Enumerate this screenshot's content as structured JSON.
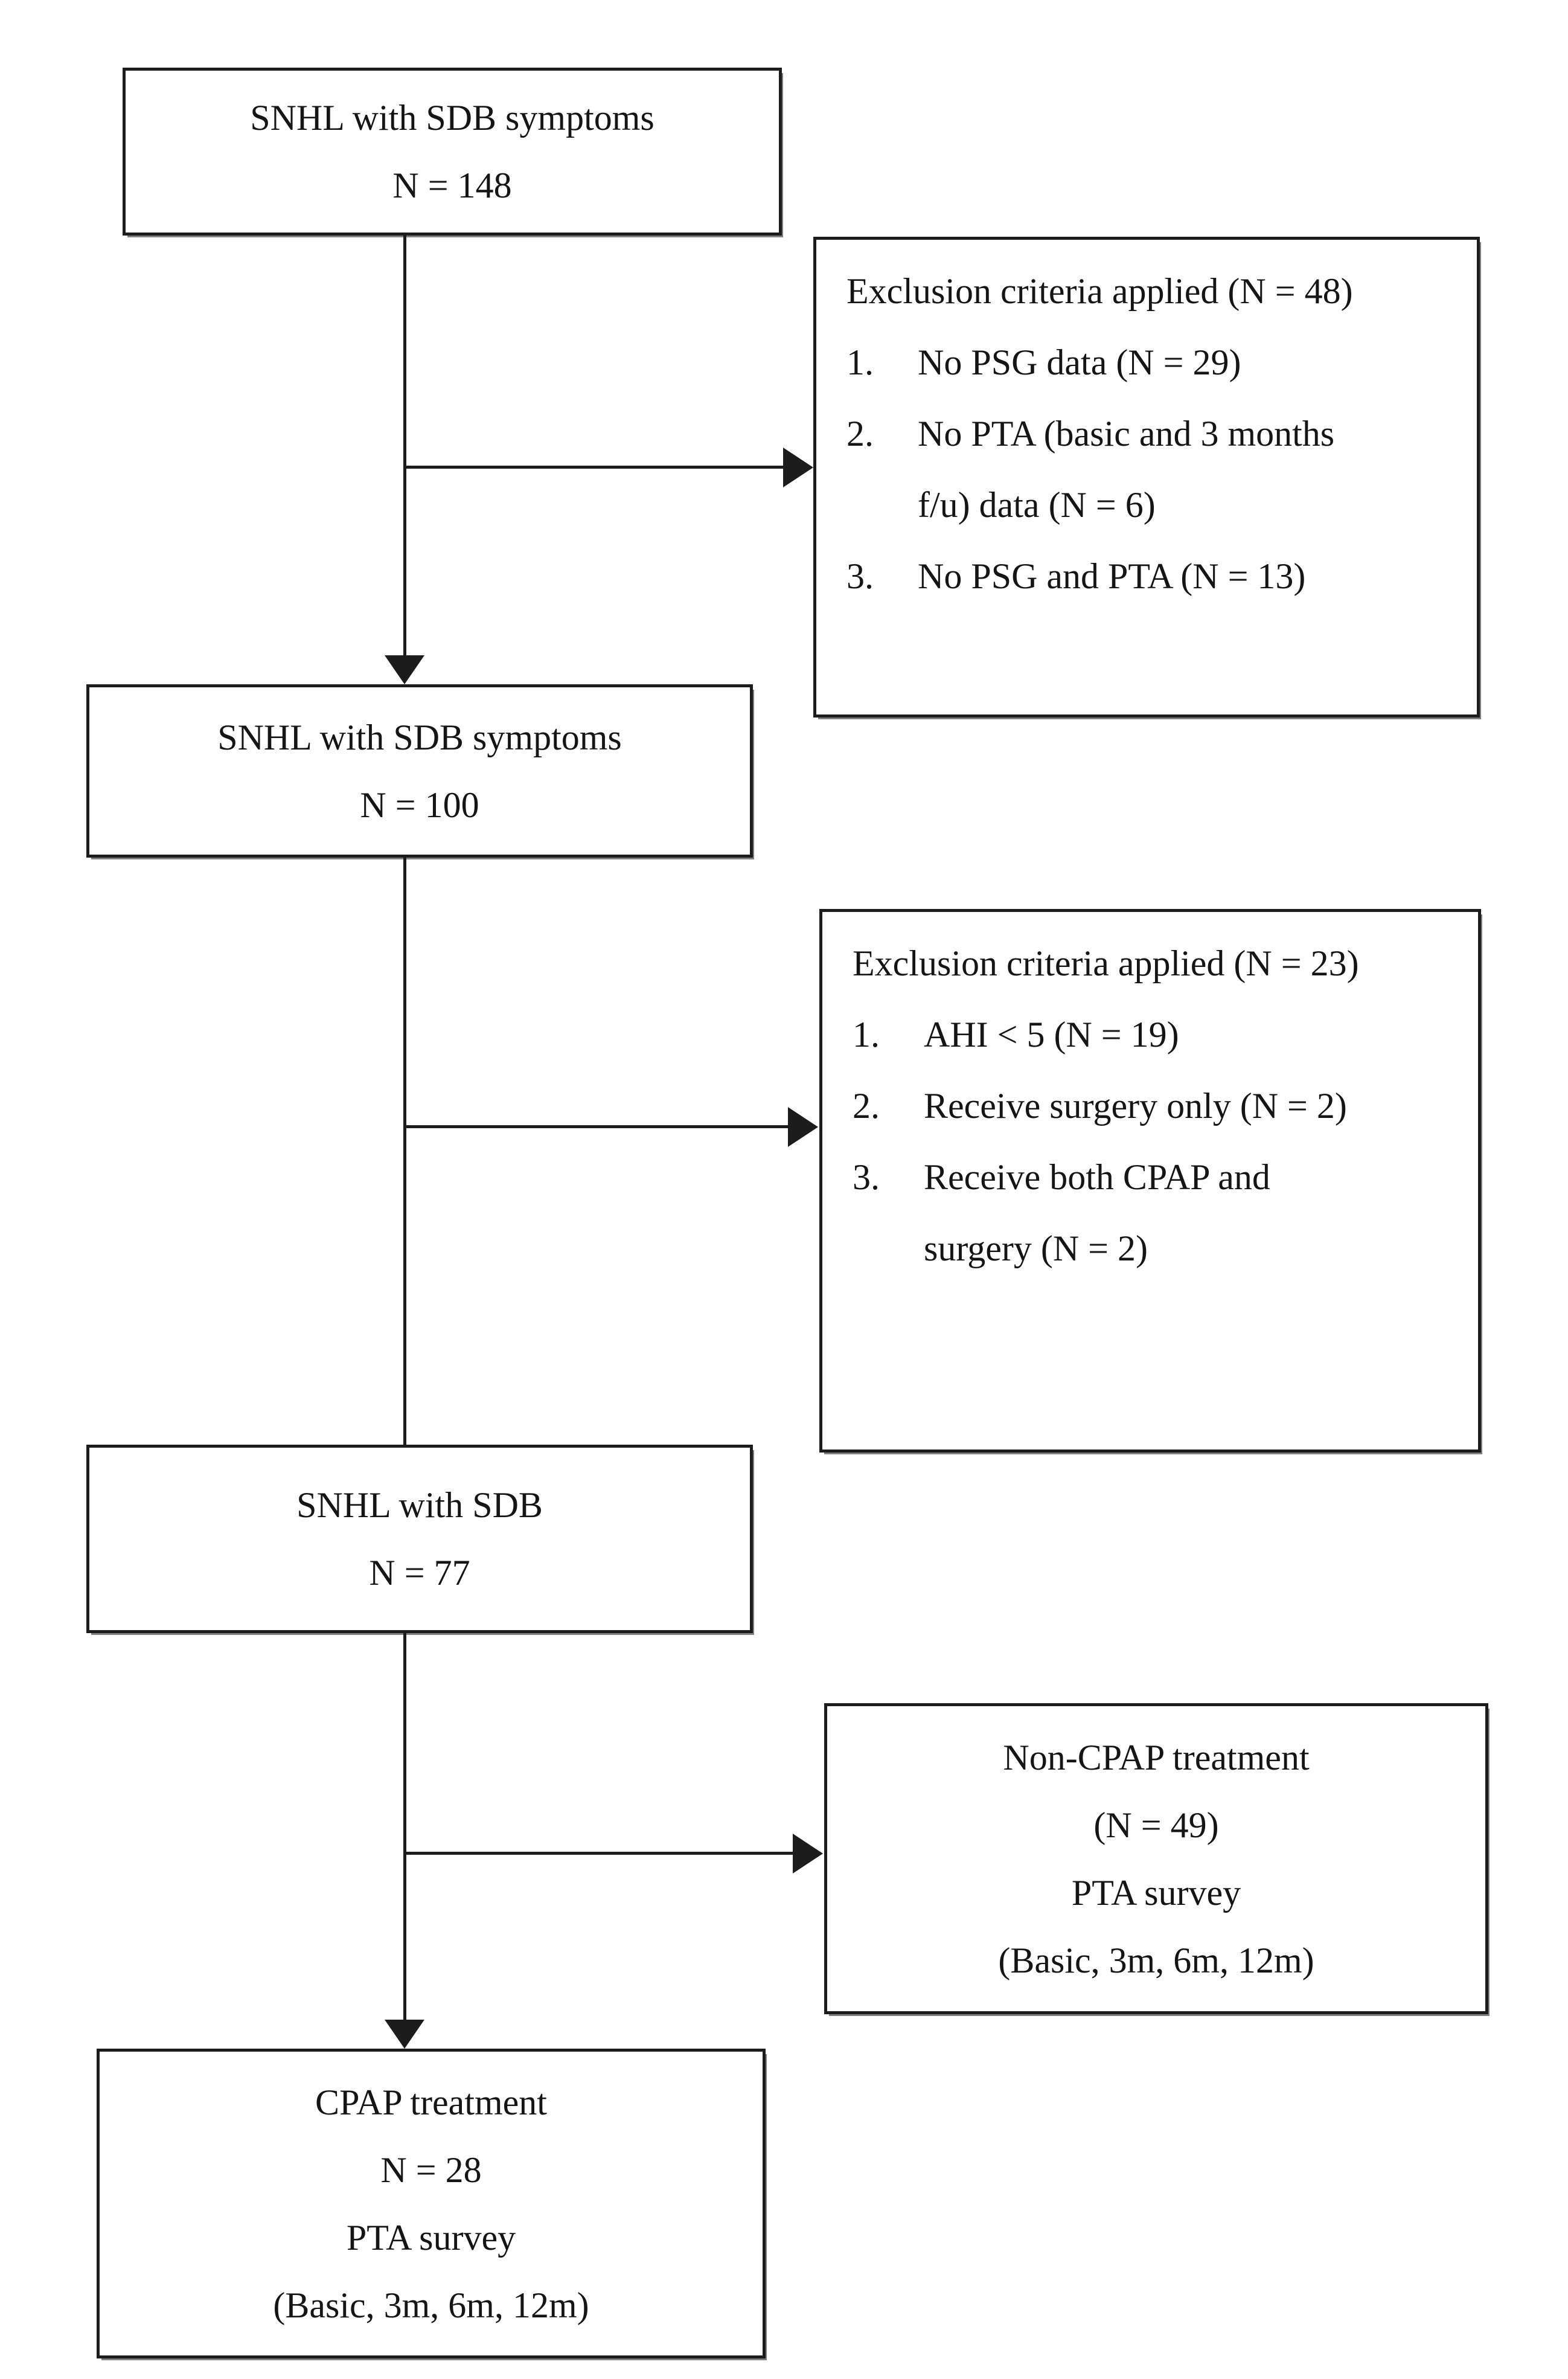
{
  "figure": {
    "type": "patient-flow-diagram",
    "colors": {
      "background": "#ffffff",
      "line": "#1c1c1c",
      "text": "#151515",
      "box_fill": "#ffffff"
    },
    "boxes": {
      "top": {
        "lines": [
          "SNHL with SDB symptoms",
          "N = 148"
        ]
      },
      "exclusion1": {
        "title": "Exclusion criteria applied (N = 48)",
        "items": [
          {
            "num": "1.",
            "text": "No PSG data (N = 29)"
          },
          {
            "num": "2.",
            "text": "No PTA (basic and 3 months\nf/u) data (N = 6)"
          },
          {
            "num": "3.",
            "text": "No PSG and PTA (N = 13)"
          }
        ]
      },
      "middle": {
        "lines": [
          "SNHL with SDB symptoms",
          "N = 100"
        ]
      },
      "exclusion2": {
        "title": "Exclusion criteria applied (N = 23)",
        "items": [
          {
            "num": "1.",
            "text": "AHI < 5 (N = 19)"
          },
          {
            "num": "2.",
            "text": "Receive surgery only (N = 2)"
          },
          {
            "num": "3.",
            "text": "Receive both CPAP and\nsurgery (N = 2)"
          }
        ]
      },
      "snhl_sdb": {
        "lines": [
          "SNHL with SDB",
          "N = 77"
        ]
      },
      "non_cpap": {
        "lines": [
          "Non-CPAP treatment",
          "(N = 49)",
          "PTA survey",
          "(Basic, 3m, 6m, 12m)"
        ]
      },
      "cpap": {
        "lines": [
          "CPAP treatment",
          "N = 28",
          "PTA survey",
          "(Basic, 3m, 6m, 12m)"
        ]
      }
    }
  }
}
